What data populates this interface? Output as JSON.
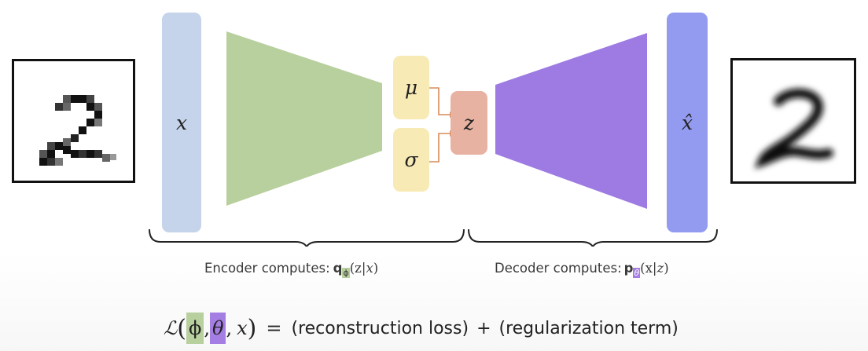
{
  "colors": {
    "input_bar": "#c5d4ea",
    "encoder": "#b8cf9e",
    "decoder": "#9d7be3",
    "output_bar": "#939bf0",
    "mu_sigma_box": "#f8eab4",
    "latent_box": "#e8b2a2",
    "connector": "#d98c58"
  },
  "icons": {
    "input_image": "handwritten-digit-2-pixelated",
    "output_image": "handwritten-digit-2-blurred"
  },
  "diagram": {
    "input_var": "x",
    "mu": "μ",
    "sigma": "σ",
    "latent": "z",
    "output_var": "x̂"
  },
  "captions": {
    "encoder": {
      "prefix": "Encoder computes: ",
      "q": "q",
      "phi": "ϕ",
      "args": "(z|",
      "x": "x",
      "close": ")"
    },
    "decoder": {
      "prefix": "Decoder computes:",
      "p": "p",
      "theta": "θ",
      "args": "(x|",
      "z": "z",
      "close": ")"
    }
  },
  "formula": {
    "loss_symbol": "ℒ",
    "open": "(",
    "phi": "ϕ",
    "comma1": ",",
    "theta": "θ",
    "comma2": ",",
    "x": "x",
    "close": ")",
    "equals": "=",
    "term1": "(reconstruction loss)",
    "plus": "+",
    "term2": "(regularization term)"
  }
}
